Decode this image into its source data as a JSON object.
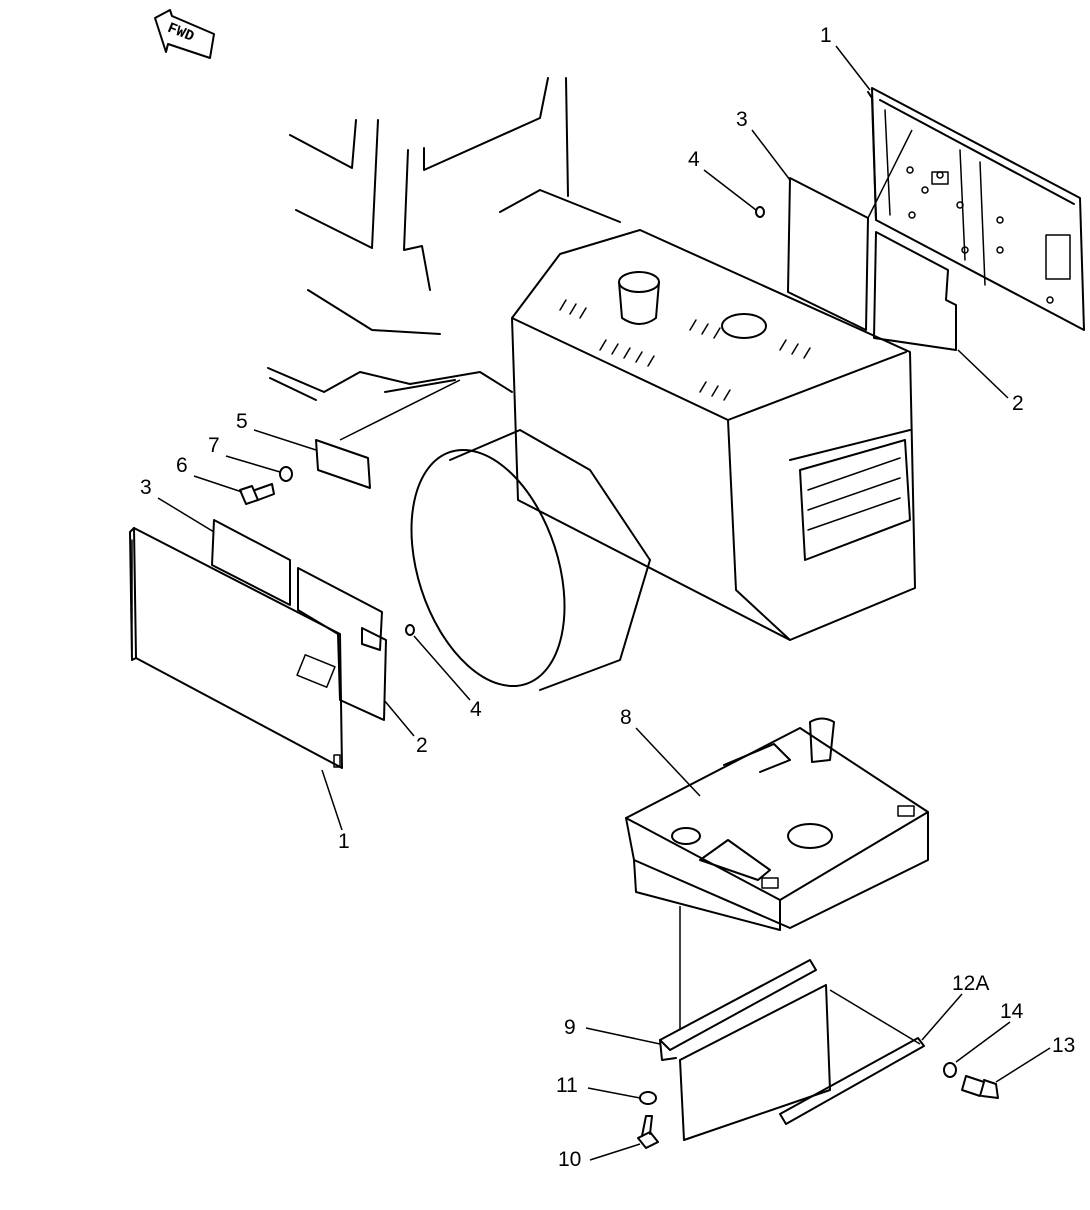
{
  "direction_arrow": {
    "label": "FWD"
  },
  "callouts": [
    {
      "id": "c1-top",
      "text": "1"
    },
    {
      "id": "c3-top",
      "text": "3"
    },
    {
      "id": "c4-top",
      "text": "4"
    },
    {
      "id": "c2-top",
      "text": "2"
    },
    {
      "id": "c5",
      "text": "5"
    },
    {
      "id": "c7",
      "text": "7"
    },
    {
      "id": "c6",
      "text": "6"
    },
    {
      "id": "c3-left",
      "text": "3"
    },
    {
      "id": "c4-left",
      "text": "4"
    },
    {
      "id": "c2-left",
      "text": "2"
    },
    {
      "id": "c1-left",
      "text": "1"
    },
    {
      "id": "c8",
      "text": "8"
    },
    {
      "id": "c12A",
      "text": "12A"
    },
    {
      "id": "c14",
      "text": "14"
    },
    {
      "id": "c13",
      "text": "13"
    },
    {
      "id": "c9",
      "text": "9"
    },
    {
      "id": "c11",
      "text": "11"
    },
    {
      "id": "c10",
      "text": "10"
    }
  ]
}
